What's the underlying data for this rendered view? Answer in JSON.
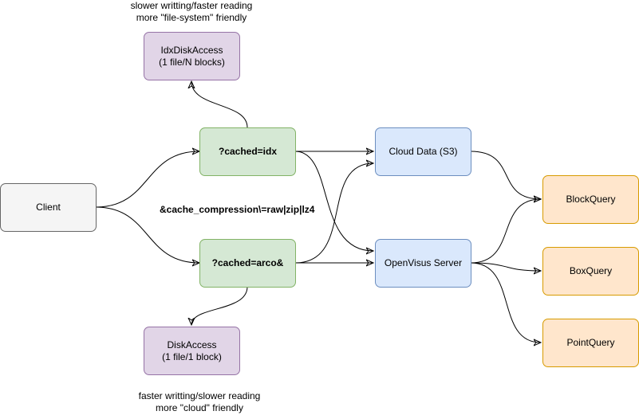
{
  "nodes": {
    "client": {
      "label": "Client",
      "fill": "#f5f5f5",
      "stroke": "#666666"
    },
    "cached_idx": {
      "label": "?cached=idx",
      "fill": "#d5e8d4",
      "stroke": "#82b366"
    },
    "cached_arco": {
      "label": "?cached=arco&",
      "fill": "#d5e8d4",
      "stroke": "#82b366"
    },
    "idx_disk_access": {
      "line1": "IdxDiskAccess",
      "line2": "(1 file/N blocks)",
      "fill": "#e1d5e7",
      "stroke": "#9673a6"
    },
    "disk_access": {
      "line1": "DiskAccess",
      "line2": "(1 file/1 block)",
      "fill": "#e1d5e7",
      "stroke": "#9673a6"
    },
    "cloud_data": {
      "label": "Cloud Data (S3)",
      "fill": "#dae8fc",
      "stroke": "#6c8ebf"
    },
    "openvisus_server": {
      "label": "OpenVisus Server",
      "fill": "#dae8fc",
      "stroke": "#6c8ebf"
    },
    "block_query": {
      "label": "BlockQuery",
      "fill": "#ffe6cc",
      "stroke": "#d79b00"
    },
    "box_query": {
      "label": "BoxQuery",
      "fill": "#ffe6cc",
      "stroke": "#d79b00"
    },
    "point_query": {
      "label": "PointQuery",
      "fill": "#ffe6cc",
      "stroke": "#d79b00"
    }
  },
  "notes": {
    "top_line1": "slower writting/faster reading",
    "top_line2": "more \"file-system\" friendly",
    "bottom_line1": "faster writting/slower reading",
    "bottom_line2": "more \"cloud\" friendly"
  },
  "edge_label": "&cache_compression\\=raw|zip|lz4"
}
